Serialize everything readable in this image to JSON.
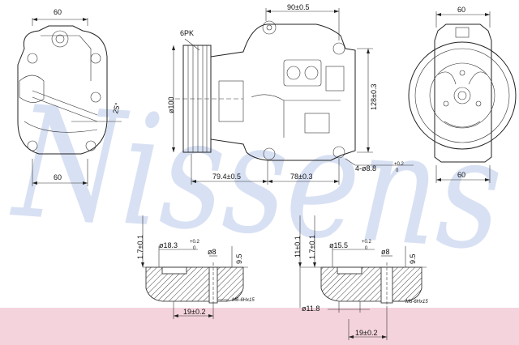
{
  "brand": {
    "watermark": "Nissens",
    "watermark_color": "#b9c9ea",
    "band_color": "#f4d3dc"
  },
  "dimensions": {
    "rear_top_width": "60",
    "rear_bottom_width": "60",
    "rear_angle": "25°",
    "pulley_label": "6PK",
    "pulley_diameter": "ø100",
    "side_top_width": "90±0.5",
    "side_height": "128±0.3",
    "side_left_length": "79.4±0.5",
    "side_right_length": "78±0.3",
    "side_holes": "4-ø8.8",
    "side_holes_tol": "+0.2",
    "side_holes_tol_low": "0",
    "front_top_width": "60",
    "front_bottom_width": "60"
  },
  "port_left": {
    "depth": "1.7±0.1",
    "bore": "ø18.3",
    "bore_tol": "+0.2",
    "bore_tol_low": "0",
    "hole": "ø8",
    "height": "9.5",
    "spacing": "19±0.2",
    "thread": "M6-6Hx15"
  },
  "port_right": {
    "depth": "11±0.1",
    "depth2": "1.7±0.1",
    "bore": "ø15.5",
    "bore_tol": "+0.2",
    "bore_tol_low": "0",
    "hole": "ø8",
    "height": "9.5",
    "inner": "ø11.8",
    "spacing": "19±0.2",
    "thread": "M6-6Hx15"
  }
}
